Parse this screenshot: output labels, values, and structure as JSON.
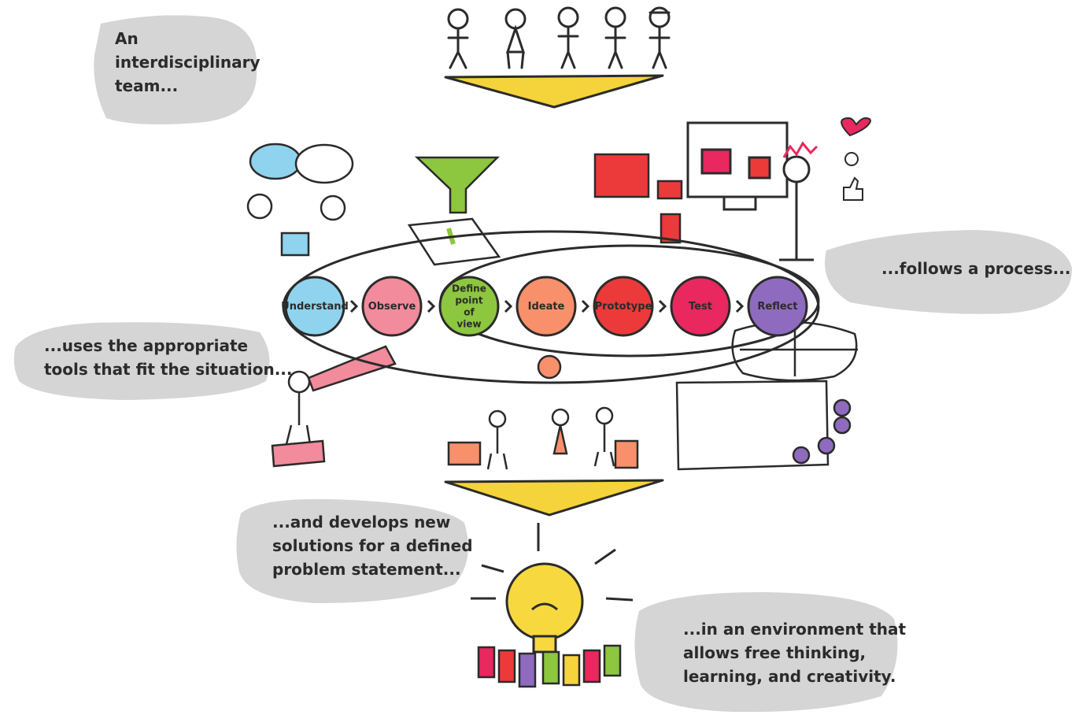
{
  "captions": {
    "team": "An\ninterdisciplinary\nteam...",
    "process": "...follows a process...",
    "tools": "...uses the appropriate\ntools that fit the situation...",
    "solutions": "...and develops new\nsolutions for a defined\nproblem statement...",
    "environment": "...in an environment that\nallows free thinking,\nlearning, and creativity."
  },
  "process_steps": [
    {
      "label": "Understand",
      "color": "#8fd3ee"
    },
    {
      "label": "Observe",
      "color": "#f28b9c"
    },
    {
      "label": "Define point of view",
      "color": "#8dc63f"
    },
    {
      "label": "Ideate",
      "color": "#f7906b"
    },
    {
      "label": "Prototype",
      "color": "#ec3a3a"
    },
    {
      "label": "Test",
      "color": "#e8285e"
    },
    {
      "label": "Reflect",
      "color": "#8e6bbf"
    }
  ],
  "colors": {
    "funnel_yellow": "#f5d33a",
    "bubble_gray": "#d5d5d5",
    "bulb_yellow": "#f7d83f",
    "ink": "#2b2b2b"
  }
}
